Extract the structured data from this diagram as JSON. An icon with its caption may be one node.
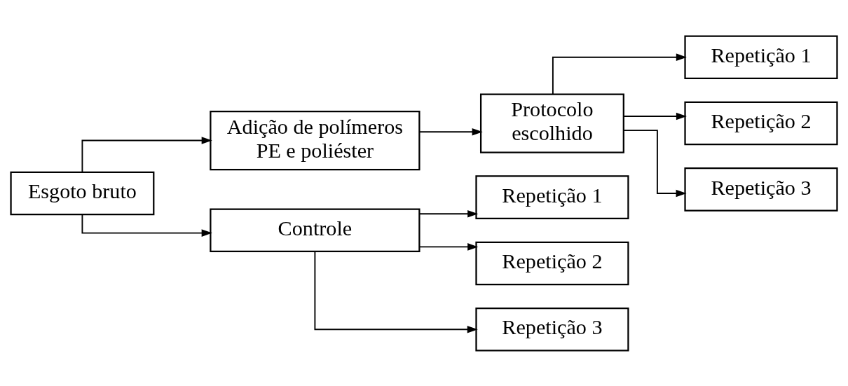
{
  "diagram": {
    "nodes": [
      {
        "text": [
          "Esgoto bruto"
        ]
      },
      {
        "text": [
          "Adição de polímeros PE e poliéster"
        ]
      },
      {
        "text": [
          "Protocolo escolhido"
        ]
      },
      {
        "text": [
          "Repetição 1"
        ]
      },
      {
        "text": [
          "Repetição 2"
        ]
      },
      {
        "text": [
          "Repetição 3"
        ]
      },
      {
        "text": [
          "Controle"
        ]
      },
      {
        "text": [
          "Repetição 1"
        ]
      },
      {
        "text": [
          "Repetição 2"
        ]
      },
      {
        "text": [
          "Repetição 3"
        ]
      }
    ],
    "edges": [
      {
        "from": 0,
        "to": 1,
        "arrow": "to"
      },
      {
        "from": 0,
        "to": 6,
        "arrow": "to"
      },
      {
        "from": 1,
        "to": 2,
        "arrow": "to"
      },
      {
        "from": 2,
        "to": 3,
        "arrow": "to"
      },
      {
        "from": 2,
        "to": 4,
        "arrow": "to"
      },
      {
        "from": 2,
        "to": 5,
        "arrow": "to"
      },
      {
        "from": 6,
        "to": 7,
        "arrow": "to"
      },
      {
        "from": 6,
        "to": 8,
        "arrow": "to"
      },
      {
        "from": 6,
        "to": 9,
        "arrow": "to"
      }
    ]
  }
}
